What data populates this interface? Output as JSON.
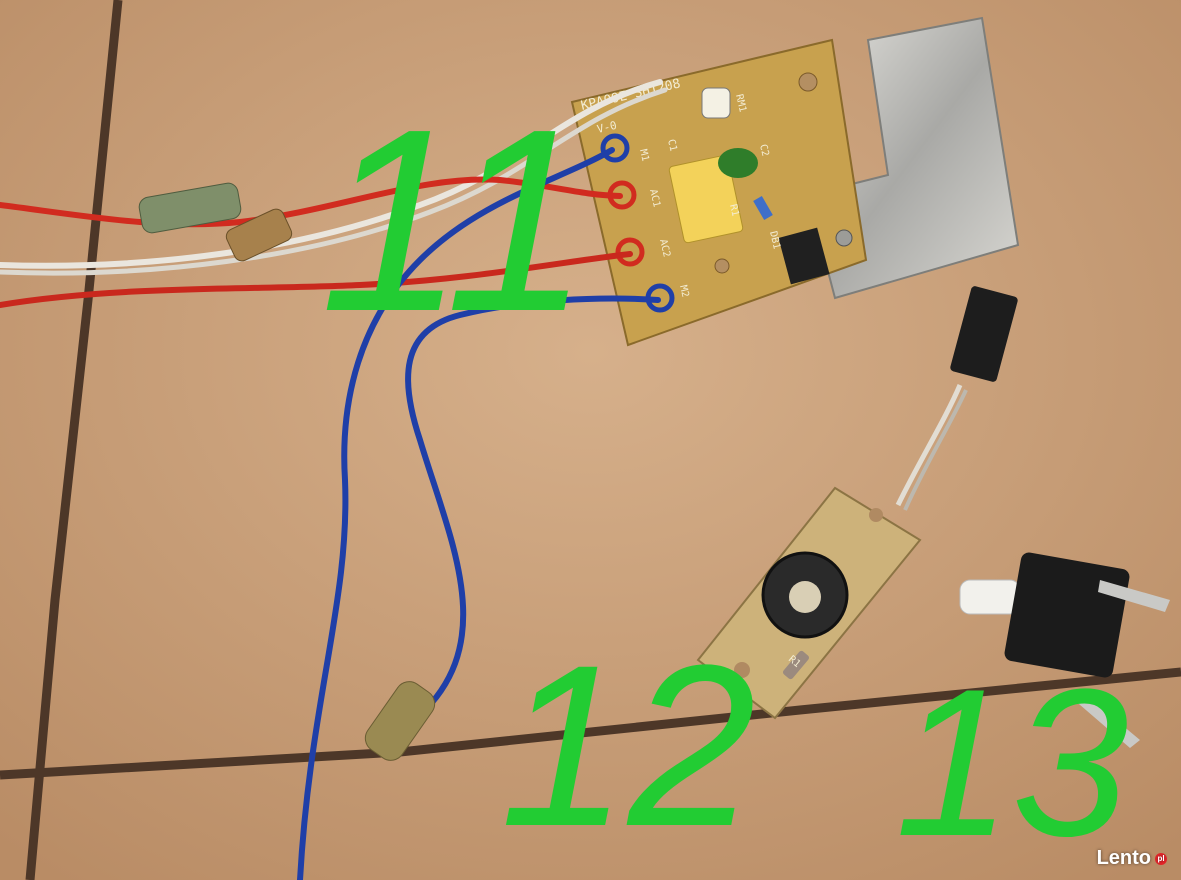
{
  "photo": {
    "board_large": {
      "label_top": "KPA09E SH1208",
      "label_v": "V-0",
      "pad_labels": [
        "M1",
        "AC1",
        "AC2",
        "M2"
      ],
      "component_labels": [
        "RM1",
        "C1",
        "C2",
        "R1",
        "DB1"
      ]
    },
    "board_small": {
      "component_label": "R1"
    }
  },
  "markers": {
    "items": [
      "11",
      "12",
      "13"
    ],
    "color": "#22cc33"
  },
  "watermark": {
    "text": "Lento",
    "suffix": "pl"
  },
  "colors": {
    "tile": "#caa27c",
    "grout": "#4a3526",
    "pcb": "#c7a04f",
    "wire_red": "#d12b1f",
    "wire_blue": "#1f3fa8",
    "wire_white": "#e8e4dc"
  }
}
